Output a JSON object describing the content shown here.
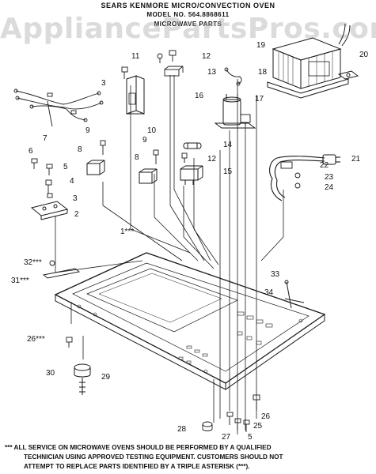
{
  "header": {
    "line1": "SEARS KENMORE MICRO/CONVECTION OVEN",
    "line2": "MODEL NO. 564.8868611",
    "line3": "MICROWAVE PARTS"
  },
  "watermark": "AppliancePartsPros.com",
  "callouts": [
    {
      "id": "c1",
      "text": "1***"
    },
    {
      "id": "c2",
      "text": "2"
    },
    {
      "id": "c3a",
      "text": "3"
    },
    {
      "id": "c3b",
      "text": "3"
    },
    {
      "id": "c4",
      "text": "4"
    },
    {
      "id": "c5a",
      "text": "5"
    },
    {
      "id": "c5b",
      "text": "5"
    },
    {
      "id": "c6",
      "text": "6"
    },
    {
      "id": "c7",
      "text": "7"
    },
    {
      "id": "c8a",
      "text": "8"
    },
    {
      "id": "c8b",
      "text": "8"
    },
    {
      "id": "c9a",
      "text": "9"
    },
    {
      "id": "c9b",
      "text": "9"
    },
    {
      "id": "c10",
      "text": "10"
    },
    {
      "id": "c11",
      "text": "11"
    },
    {
      "id": "c12a",
      "text": "12"
    },
    {
      "id": "c12b",
      "text": "12"
    },
    {
      "id": "c13",
      "text": "13"
    },
    {
      "id": "c14",
      "text": "14"
    },
    {
      "id": "c15",
      "text": "15"
    },
    {
      "id": "c16",
      "text": "16"
    },
    {
      "id": "c17",
      "text": "17"
    },
    {
      "id": "c18",
      "text": "18"
    },
    {
      "id": "c19",
      "text": "19"
    },
    {
      "id": "c20",
      "text": "20"
    },
    {
      "id": "c21",
      "text": "21"
    },
    {
      "id": "c22",
      "text": "22"
    },
    {
      "id": "c23",
      "text": "23"
    },
    {
      "id": "c24",
      "text": "24"
    },
    {
      "id": "c25",
      "text": "25"
    },
    {
      "id": "c26a",
      "text": "26"
    },
    {
      "id": "c26b",
      "text": "26***"
    },
    {
      "id": "c27",
      "text": "27"
    },
    {
      "id": "c28",
      "text": "28"
    },
    {
      "id": "c29",
      "text": "29"
    },
    {
      "id": "c30",
      "text": "30"
    },
    {
      "id": "c31",
      "text": "31***"
    },
    {
      "id": "c32",
      "text": "32***"
    },
    {
      "id": "c33",
      "text": "33"
    },
    {
      "id": "c34",
      "text": "34"
    }
  ],
  "notice": {
    "line1": "*** ALL SERVICE ON MICROWAVE OVENS SHOULD BE PERFORMED BY A QUALIFIED",
    "line2": "TECHNICIAN USING APPROVED TESTING EQUIPMENT.  CUSTOMERS SHOULD NOT",
    "line3": "ATTEMPT TO REPLACE PARTS IDENTIFIED BY A TRIPLE ASTERISK (***)."
  }
}
